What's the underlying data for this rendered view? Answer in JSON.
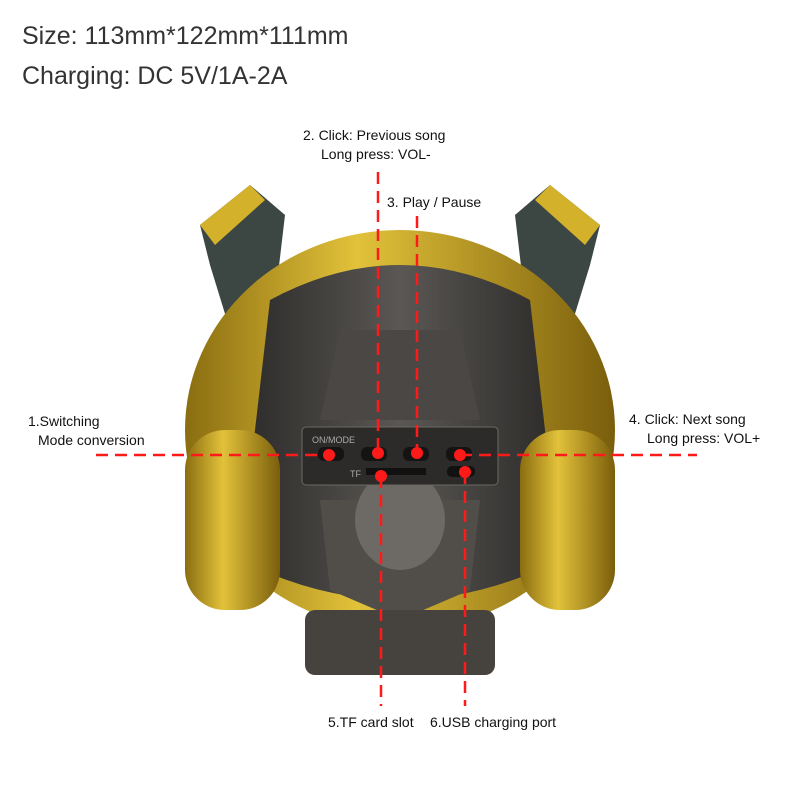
{
  "specs": {
    "size": "Size: 113mm*122mm*111mm",
    "charging": "Charging: DC 5V/1A-2A"
  },
  "callouts": {
    "c1": {
      "line1": "1.Switching",
      "line2": "Mode conversion"
    },
    "c2": {
      "line1": "2. Click: Previous song",
      "line2": "Long press: VOL-"
    },
    "c3": {
      "line1": "3. Play / Pause"
    },
    "c4": {
      "line1": "4. Click: Next song",
      "line2": "Long press: VOL+"
    },
    "c5": {
      "line1": "5.TF card slot"
    },
    "c6": {
      "line1": "6.USB charging port"
    }
  },
  "panel": {
    "mode_label": "ON/MODE",
    "tf_label": "TF"
  },
  "colors": {
    "callout_line": "#ff1a1a",
    "body_gold": "#c9a21c",
    "body_dark": "#3a3835"
  }
}
